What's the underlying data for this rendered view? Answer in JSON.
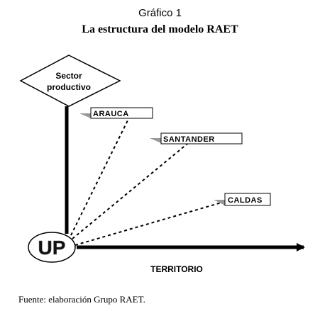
{
  "figure": {
    "label": "Gráfico 1",
    "title": "La estructura del modelo RAET",
    "source": "Fuente: elaboración Grupo RAET."
  },
  "diagram": {
    "top_node": {
      "line1": "Sector",
      "line2": "productivo"
    },
    "origin_node": {
      "text": "UP"
    },
    "axis_label": "TERRITORIO",
    "regions": [
      "ARAUCA",
      "SANTANDER",
      "CALDAS"
    ]
  }
}
